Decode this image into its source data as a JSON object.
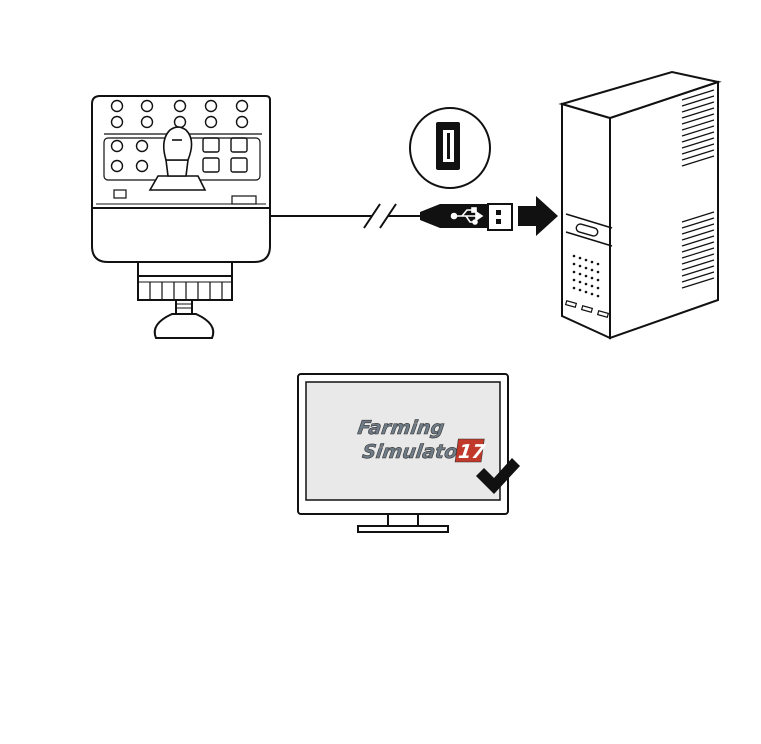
{
  "colors": {
    "ink": "#111111",
    "paper": "#ffffff",
    "screen_bg": "#e9e9e9",
    "logo_fill": "#6f7b86",
    "logo_badge": "#c0392b"
  },
  "icons": {
    "usb": "usb-trident-icon",
    "port": "usb-port-icon",
    "arrow": "arrow-right-icon",
    "check": "checkmark-icon"
  },
  "screen": {
    "logo_line1": "Farming",
    "logo_line2": "Simulator",
    "logo_number": "17"
  }
}
